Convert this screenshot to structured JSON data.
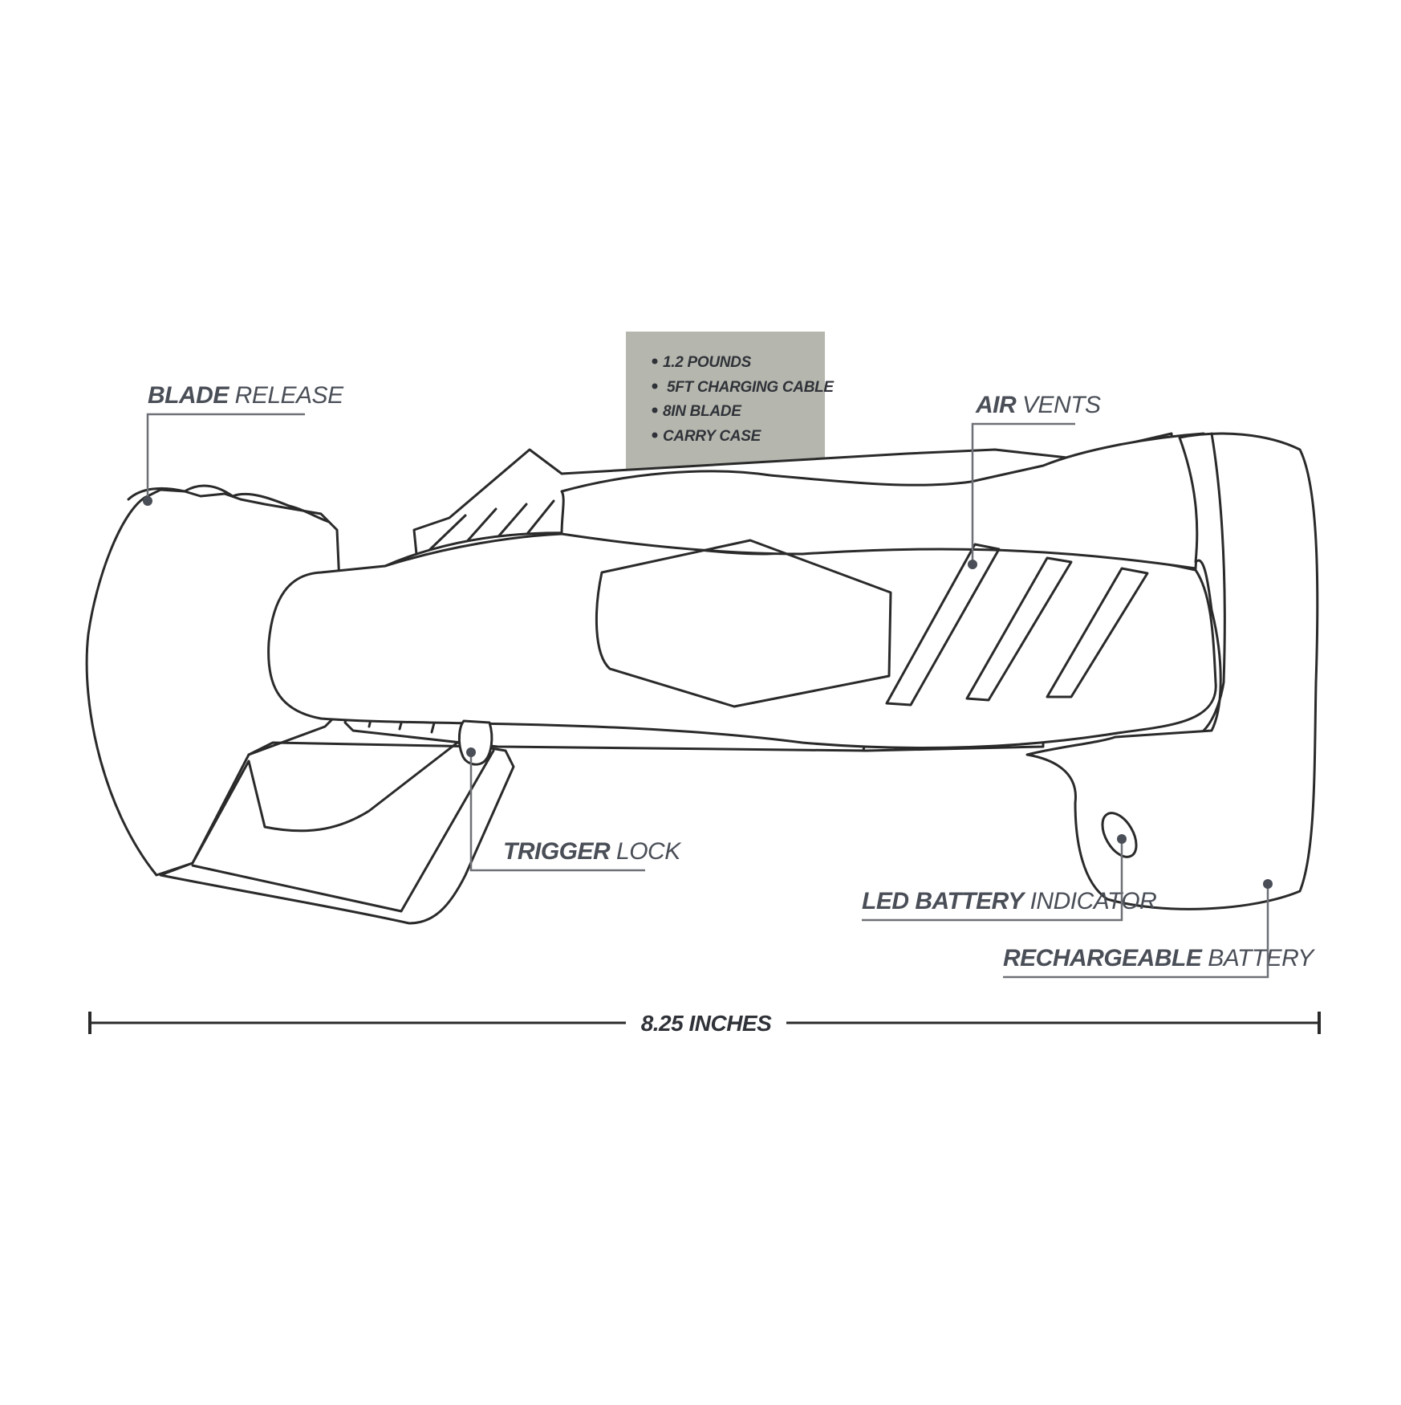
{
  "specs": {
    "box_color": "#b5b7ae",
    "items": [
      "1.2 POUNDS",
      " 5FT CHARGING CABLE",
      "8IN BLADE",
      "CARRY CASE"
    ]
  },
  "callouts": {
    "blade_release": {
      "bold": "BLADE",
      "light": " RELEASE"
    },
    "air_vents": {
      "bold": "AIR",
      "light": " VENTS"
    },
    "trigger_lock": {
      "bold": "TRIGGER",
      "light": " LOCK"
    },
    "led_battery_indicator": {
      "bold": "LED BATTERY",
      "light": " INDICATOR"
    },
    "rechargeable_battery": {
      "bold": "RECHARGEABLE",
      "light": " BATTERY"
    }
  },
  "dimension": {
    "label": "8.25 INCHES"
  },
  "colors": {
    "text": "#4a4e57",
    "line": "#2a2a2a",
    "leader": "#6e7077"
  }
}
